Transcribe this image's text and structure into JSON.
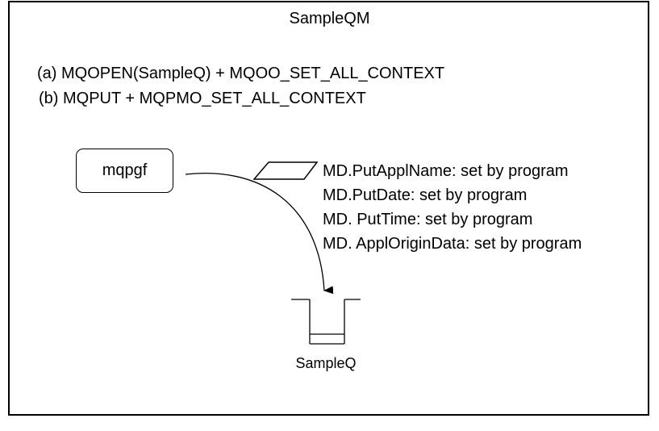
{
  "qmgr": {
    "name": "SampleQM"
  },
  "steps": [
    {
      "text": "(a) MQOPEN(SampleQ) + MQOO_SET_ALL_CONTEXT"
    },
    {
      "text": "(b) MQPUT + MQPMO_SET_ALL_CONTEXT"
    }
  ],
  "program": {
    "name": "mqpgf"
  },
  "message_descriptor": {
    "fields": [
      {
        "text": "MD.PutApplName:  set by program"
      },
      {
        "text": "MD.PutDate: set by program"
      },
      {
        "text": "MD. PutTime:  set by program"
      },
      {
        "text": "MD. ApplOriginData:  set by program"
      }
    ]
  },
  "queue": {
    "name": "SampleQ"
  },
  "colors": {
    "line": "#000000",
    "background": "#ffffff"
  }
}
